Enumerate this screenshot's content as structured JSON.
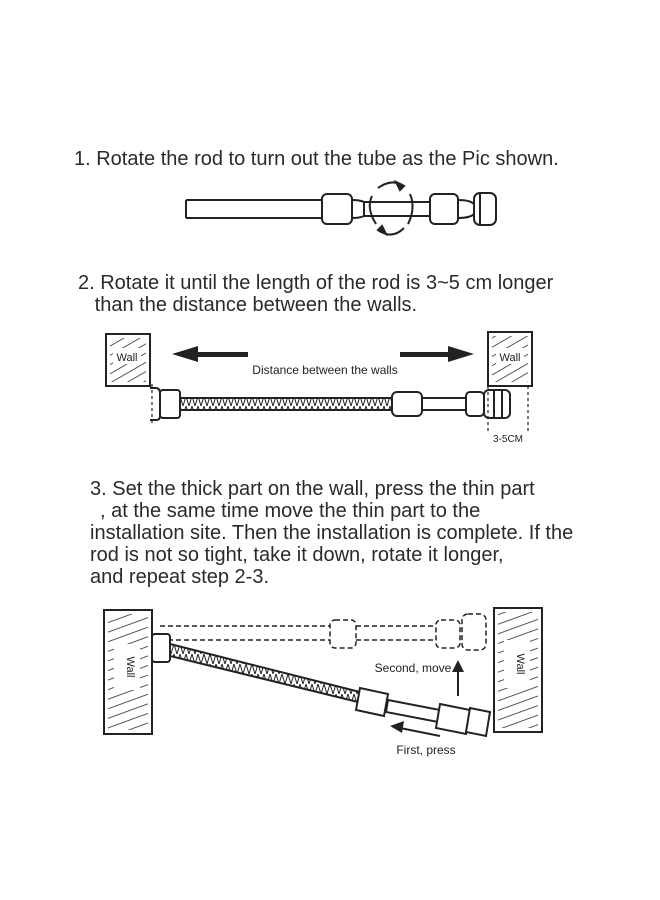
{
  "step1": {
    "text": "1. Rotate the rod to turn out the tube as the Pic shown."
  },
  "step2": {
    "lines": [
      "2. Rotate it until the length of the rod is 3~5 cm longer",
      "   than the distance between the walls."
    ],
    "wall_left": "Wall",
    "wall_right": "Wall",
    "distance_label": "Distance between the walls",
    "extra_label": "3-5CM"
  },
  "step3": {
    "lines": [
      "3. Set the thick part on the wall, press the thin part",
      ", at the same time move the thin part to the",
      "installation site. Then the installation is complete. If the",
      "rod is not so tight, take it down, rotate it longer,",
      "and repeat step 2-3."
    ],
    "wall_left": "Wall",
    "wall_right": "Wall",
    "second_label": "Second, move",
    "first_label": "First, press"
  }
}
